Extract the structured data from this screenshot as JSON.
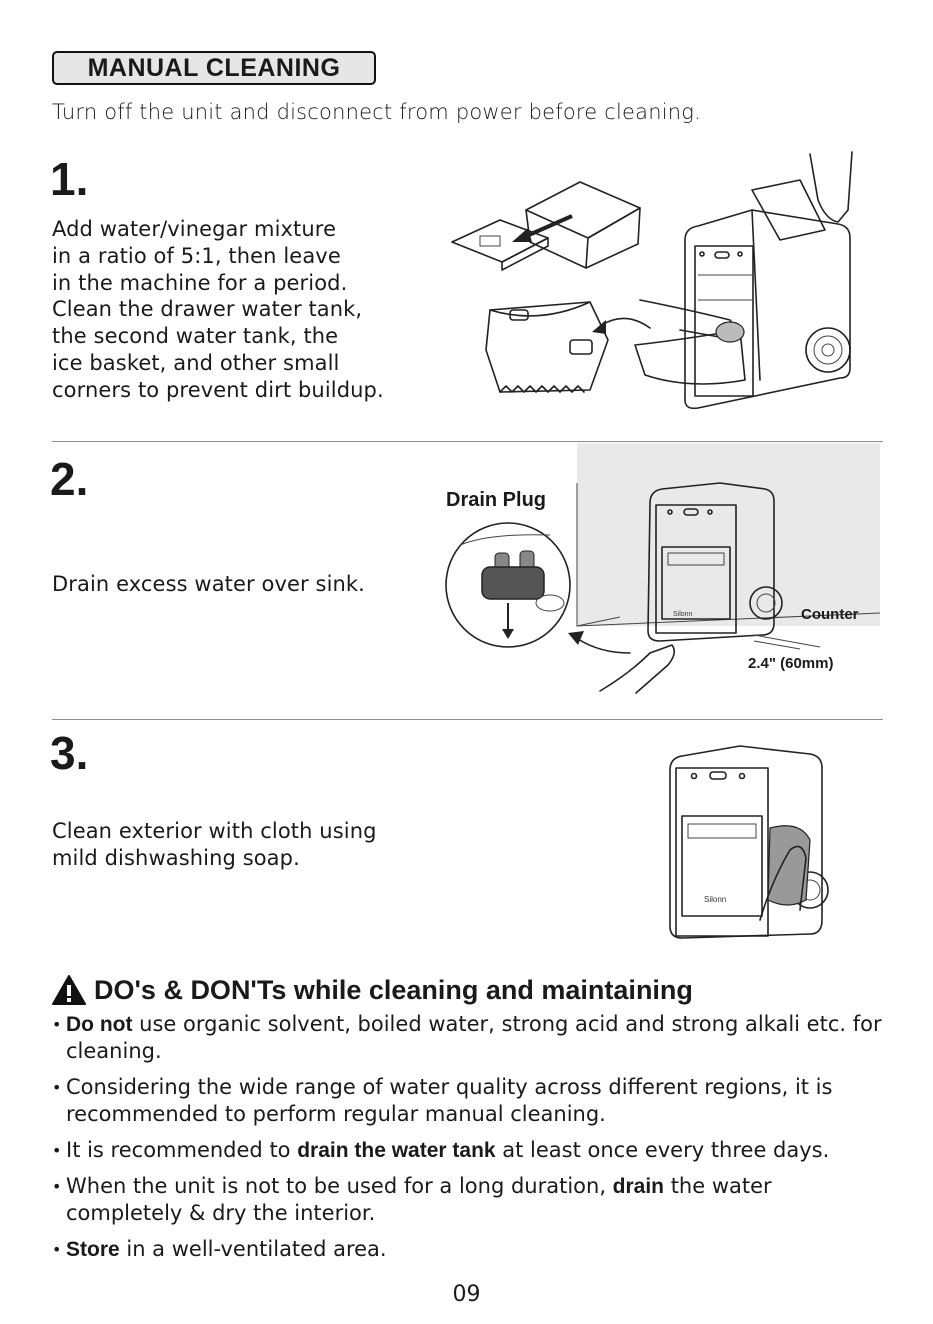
{
  "header": {
    "title": "MANUAL CLEANING"
  },
  "intro": "Turn off the unit and disconnect from power before cleaning.",
  "steps": [
    {
      "number": "1.",
      "lines": [
        "Add water/vinegar mixture",
        "in a ratio of 5:1, then leave",
        "in the machine for a period.",
        "Clean the drawer water tank,",
        "the second water tank, the",
        "ice basket, and other small",
        "corners to prevent dirt buildup."
      ]
    },
    {
      "number": "2.",
      "lines": [
        "Drain excess water over sink."
      ],
      "callouts": {
        "drain_plug": "Drain Plug",
        "counter": "Counter",
        "distance": "2.4\" (60mm)"
      },
      "brand": "Silonn"
    },
    {
      "number": "3.",
      "lines": [
        "Clean exterior with cloth using",
        "mild dishwashing soap."
      ],
      "brand": "Silonn"
    }
  ],
  "warning": {
    "title": "DO's & DON'Ts while cleaning and maintaining",
    "bullets": [
      {
        "pre": "",
        "bold": "Do not",
        "post": " use organic solvent, boiled water, strong acid and strong alkali etc. for cleaning."
      },
      {
        "pre": "Considering the wide range of water quality across different regions, it is recommended to perform regular manual cleaning.",
        "bold": "",
        "post": ""
      },
      {
        "pre": "It is recommended to ",
        "bold": "drain the water tank",
        "post": " at least once every three days."
      },
      {
        "pre": "When the unit is not to be used for a long duration, ",
        "bold": "drain",
        "post": " the water completely & dry the interior."
      },
      {
        "pre": "",
        "bold": "Store",
        "post": " in a well-ventilated area."
      }
    ]
  },
  "page_number": "09"
}
